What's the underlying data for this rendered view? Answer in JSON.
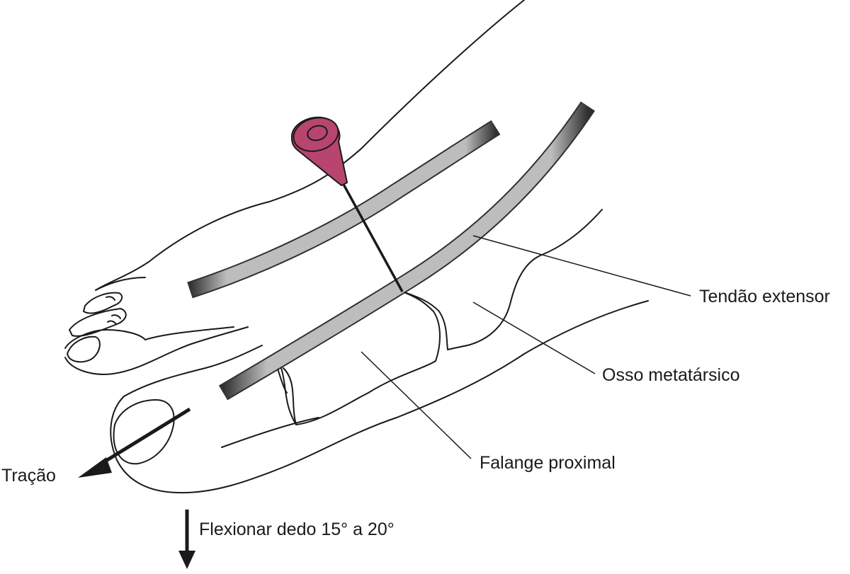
{
  "labels": {
    "extensor_tendon": "Tendão extensor",
    "metatarsal_bone": "Osso metatársico",
    "proximal_phalanx": "Falange proximal",
    "traction": "Tração",
    "flex_toe": "Flexionar dedo 15° a 20°"
  },
  "colors": {
    "line": "#1a1a1a",
    "tendon_fill": "#bdbdbd",
    "needle_hub": "#b8456e"
  },
  "icons": {
    "needle": "syringe-needle-icon",
    "traction_arrow": "arrow-down-left-icon",
    "flex_arrow": "arrow-down-icon"
  }
}
